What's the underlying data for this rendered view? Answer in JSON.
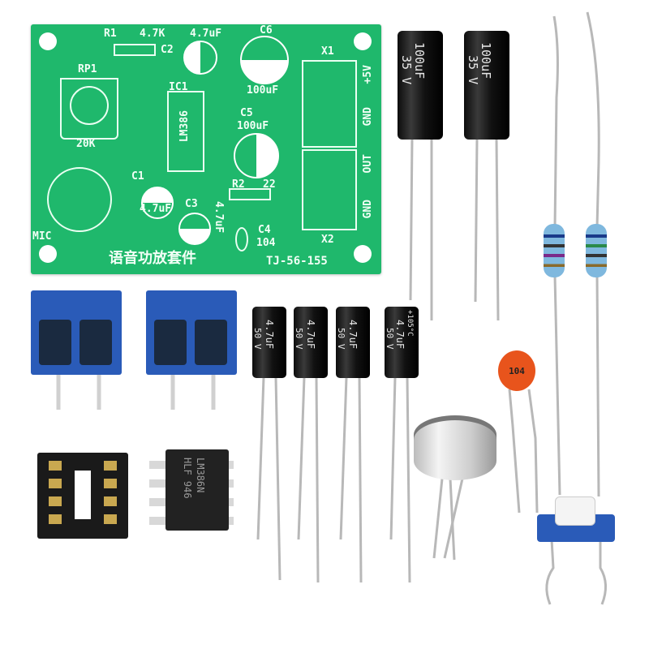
{
  "pcb": {
    "title_cn": "语音功放套件",
    "model": "TJ-56-155",
    "labels": {
      "r1": "R1",
      "r1_value": "4.7K",
      "c2": "C2",
      "c2_value": "4.7uF",
      "c6": "C6",
      "c6_value": "100uF",
      "rp1": "RP1",
      "rp1_value": "20K",
      "ic1": "IC1",
      "ic1_part": "LM386",
      "c5": "C5",
      "c5_value": "100uF",
      "c1": "C1",
      "c1_value": "4.7uF",
      "c3": "C3",
      "c3_value": "4.7uF",
      "r2": "R2",
      "r2_value": "22",
      "c4": "C4",
      "c4_value": "104",
      "mic": "MIC",
      "x1": "X1",
      "x2": "X2",
      "plus5v": "+5V",
      "gnd1": "GND",
      "out": "OUT",
      "gnd2": "GND"
    }
  },
  "components": {
    "big_cap_label": "100uF",
    "big_cap_voltage": "35 V",
    "small_cap_label": "4.7uF",
    "small_cap_voltage": "50 V",
    "small_cap_temp": "+105°C",
    "ic_marking_1": "LM386N",
    "ic_marking_2": "HLF 946",
    "ceramic_cap_code": "104"
  },
  "colors": {
    "pcb_green": "#1fb86c",
    "terminal_blue": "#2a5bb8",
    "cap_black": "#1a1a1a",
    "ceramic_orange": "#e8541c"
  }
}
